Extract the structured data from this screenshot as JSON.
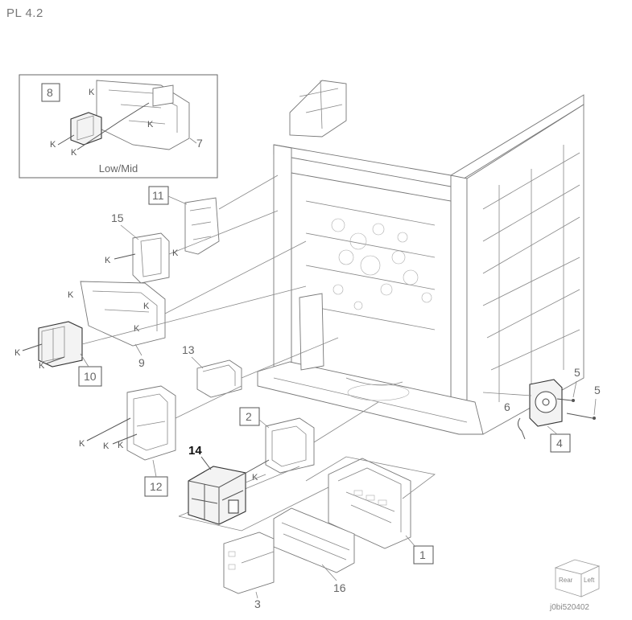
{
  "page_title": "PL 4.2",
  "inset": {
    "caption": "Low/Mid",
    "labels": [
      "8",
      "7"
    ]
  },
  "callouts": {
    "c1": "1",
    "c2": "2",
    "c3": "3",
    "c4": "4",
    "c5a": "5",
    "c5b": "5",
    "c6": "6",
    "c7": "7",
    "c8": "8",
    "c9": "9",
    "c10": "10",
    "c11": "11",
    "c12": "12",
    "c13": "13",
    "c14": "14",
    "c15": "15",
    "c16": "16"
  },
  "screw_mark": "K",
  "orientation_cube": {
    "face1": "Rear",
    "face2": "Left"
  },
  "figure_id": "j0bi520402"
}
